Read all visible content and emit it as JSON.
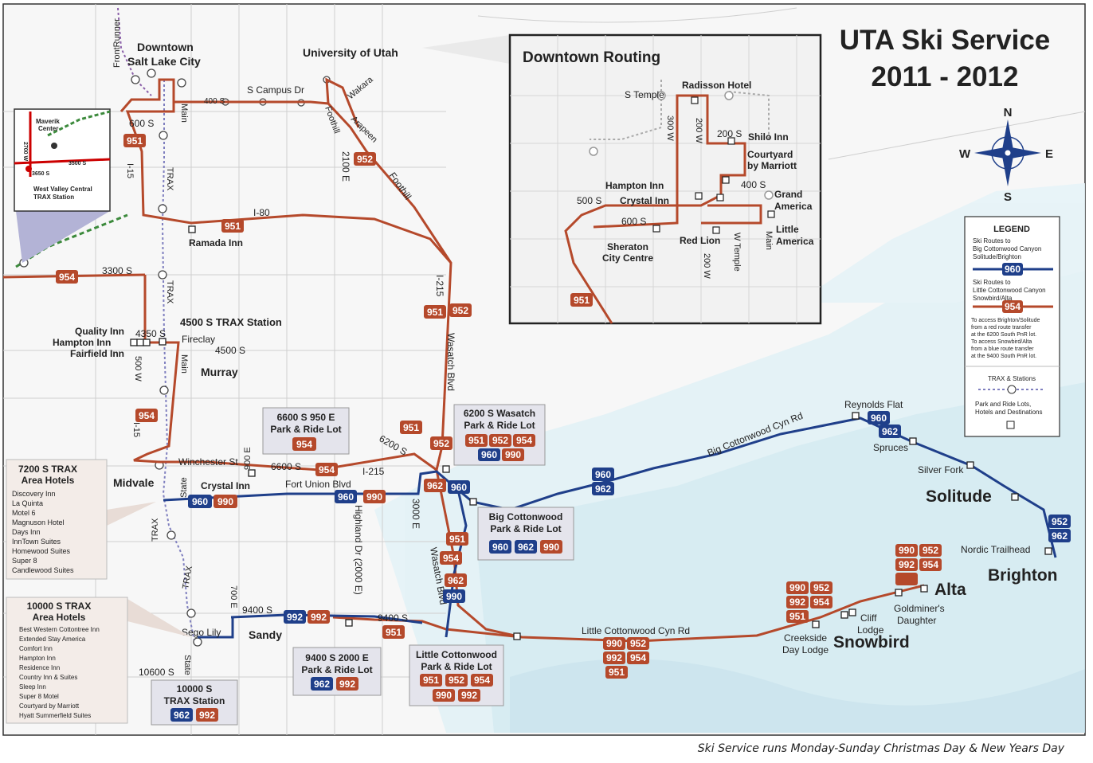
{
  "title": {
    "line1": "UTA Ski Service",
    "line2": "2011 - 2012"
  },
  "footer": "Ski Service runs Monday-Sunday Christmas Day & New Years Day",
  "colors": {
    "red_route": "#b5492b",
    "blue_route": "#1f3f8a",
    "trax": "#7f7fbf",
    "frontrunner": "#8a5fa8",
    "terrain": "#dff1f6",
    "streets": "#c6c6c6"
  },
  "compass": {
    "n": "N",
    "s": "S",
    "e": "E",
    "w": "W"
  },
  "legend": {
    "title": "LEGEND",
    "blue_text": [
      "Ski Routes to",
      "Big Cottonwood Canyon",
      "Solitude/Brighton"
    ],
    "blue_badge": "960",
    "red_text": [
      "Ski Routes to",
      "Little Cottonwood Canyon",
      "Snowbird/Alta"
    ],
    "red_badge": "954",
    "transfer_text": [
      "To access Brighton/Solitude",
      "from a red route transfer",
      "at the 6200 South PnR lot.",
      "To access Snowbird/Alta",
      "from a blue route transfer",
      "at the 9400 South PnR lot."
    ],
    "trax_text": "TRAX & Stations",
    "lots_text": [
      "Park and Ride Lots,",
      "Hotels and Destinations"
    ]
  },
  "inset_wv": {
    "maverik": [
      "Maverik",
      "Center"
    ],
    "road_3500": "3500 S",
    "road_3650": "3650 S",
    "road_2700": "2700 W",
    "station": [
      "West Valley Central",
      "TRAX Station"
    ]
  },
  "downtown_routing": {
    "title": "Downtown Routing",
    "labels": [
      "Radisson Hotel",
      "S Temple",
      "300 W",
      "200 W",
      "200 S",
      "Shilo Inn",
      "Courtyard",
      "by Marriott",
      "Hampton Inn",
      "400 S",
      "Grand",
      "America",
      "500 S",
      "Crystal Inn",
      "600 S",
      "Little",
      "America",
      "Sheraton",
      "City Centre",
      "Red Lion",
      "W Temple",
      "Main",
      "200 W"
    ],
    "badge": "951"
  },
  "place_labels": {
    "downtown": [
      "Downtown",
      "Salt Lake City"
    ],
    "university": "University of Utah",
    "frontrunner": "FrontRunner",
    "murray": "Murray",
    "midvale": "Midvale",
    "sandy": "Sandy",
    "solitude": "Solitude",
    "brighton": "Brighton",
    "alta": "Alta",
    "snowbird": "Snowbird"
  },
  "street_labels": [
    "600 S",
    "400 S",
    "S Campus Dr",
    "Wakara",
    "Arapeen",
    "Foothill",
    "2100 E",
    "Foothill",
    "Main",
    "TRAX",
    "I-15",
    "I-80",
    "3300 S",
    "I-215",
    "Wasatch Blvd",
    "4350 S",
    "Fireclay",
    "4500 S",
    "500 W",
    "Main",
    "TRAX",
    "I-15",
    "6200 S",
    "Winchester St",
    "900 E",
    "6600 S",
    "I-215",
    "Fort Union Blvd",
    "3000 E",
    "State",
    "Highland Dr (2000 E)",
    "Wasatch Blvd",
    "TRAX",
    "700 E",
    "9400 S",
    "9400 S",
    "Sego Lily",
    "State",
    "10600 S",
    "Big Cottonwood Cyn Rd",
    "Little Cottonwood Cyn Rd",
    "TRAX"
  ],
  "poi_labels": [
    "Ramada Inn",
    "4500 S TRAX Station",
    "Quality Inn",
    "Hampton Inn",
    "Fairfield Inn",
    "Crystal Inn",
    "Reynolds Flat",
    "Spruces",
    "Silver Fork",
    "Nordic Trailhead",
    "Goldminer's",
    "Daughter",
    "Cliff",
    "Lodge",
    "Creekside",
    "Day Lodge"
  ],
  "boxes": {
    "pr6600": {
      "lines": [
        "6600 S 950 E",
        "Park & Ride Lot"
      ],
      "badges": [
        "954"
      ]
    },
    "pr6200": {
      "lines": [
        "6200 S Wasatch",
        "Park & Ride Lot"
      ],
      "badges": [
        "951",
        "952",
        "954",
        "960",
        "990"
      ]
    },
    "bigcw": {
      "lines": [
        "Big Cottonwood",
        "Park & Ride Lot"
      ],
      "badges": [
        "960",
        "962",
        "990"
      ]
    },
    "pr9400": {
      "lines": [
        "9400 S 2000 E",
        "Park & Ride Lot"
      ],
      "badges": [
        "962",
        "992"
      ]
    },
    "littlecw": {
      "lines": [
        "Little Cottonwood",
        "Park & Ride Lot"
      ],
      "badges": [
        "951",
        "952",
        "954",
        "990",
        "992"
      ]
    },
    "trax10000": {
      "lines": [
        "10000 S",
        "TRAX Station"
      ],
      "badges": [
        "962",
        "992"
      ]
    },
    "hotels7200": {
      "title": [
        "7200 S TRAX",
        "Area Hotels"
      ],
      "items": [
        "Discovery Inn",
        "La Quinta",
        "Motel 6",
        "Magnuson Hotel",
        "Days Inn",
        "InnTown Suites",
        "Homewood Suites",
        "Super 8",
        "Candlewood Suites"
      ]
    },
    "hotels10000": {
      "title": [
        "10000 S TRAX",
        "Area Hotels"
      ],
      "items": [
        "Best Western Cottontree Inn",
        "Extended Stay America",
        "Comfort Inn",
        "Hampton Inn",
        "Residence Inn",
        "Country Inn & Suites",
        "Sleep Inn",
        "Super 8 Motel",
        "Courtyard by Marriott",
        "Hyatt Summerfield Suites"
      ]
    }
  },
  "route_badges": [
    "951",
    "951",
    "952",
    "951",
    "952",
    "954",
    "951",
    "952",
    "954",
    "954",
    "990",
    "960",
    "960",
    "990",
    "960",
    "962",
    "960",
    "962",
    "960",
    "962",
    "952",
    "951",
    "954",
    "962",
    "990",
    "962",
    "992",
    "992",
    "951",
    "990",
    "952",
    "992",
    "954",
    "951",
    "990",
    "952",
    "992",
    "954",
    "951",
    "990",
    "952",
    "992",
    "954"
  ]
}
